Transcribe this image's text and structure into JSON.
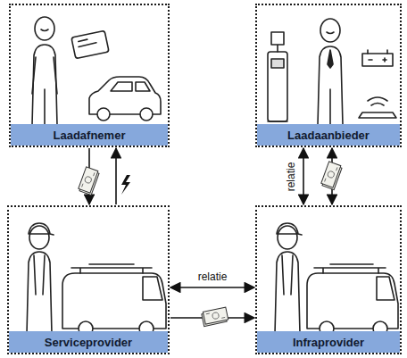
{
  "diagram": {
    "nodes": [
      {
        "text": [
          "Laadafnemer"
        ]
      },
      {
        "text": [
          "Laadaanbieder"
        ]
      },
      {
        "text": [
          "Serviceprovider"
        ]
      },
      {
        "text": [
          "Infraprovider"
        ]
      }
    ],
    "edges": [
      {
        "from": 0,
        "to": 2,
        "arrow": "to"
      },
      {
        "from": 2,
        "to": 0,
        "arrow": "to"
      },
      {
        "from": 1,
        "to": 3,
        "label": "relatie",
        "arrow": "both"
      },
      {
        "from": 1,
        "to": 3,
        "arrow": "both"
      },
      {
        "from": 2,
        "to": 3,
        "label": "relatie",
        "arrow": "both"
      },
      {
        "from": 2,
        "to": 3,
        "arrow": "to"
      }
    ]
  }
}
